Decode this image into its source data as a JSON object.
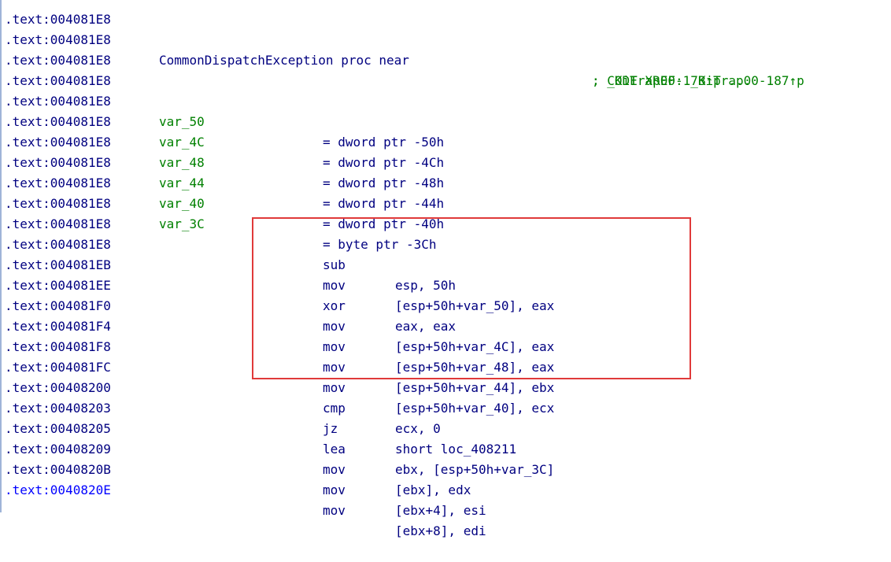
{
  "lines": [
    {
      "addr": ".text:004081E8",
      "label": "",
      "eq": "",
      "mn": "",
      "op": "",
      "comment": ""
    },
    {
      "addr": ".text:004081E8",
      "label": "CommonDispatchException proc near",
      "eq": "",
      "mn": "",
      "op": "",
      "comment": "; CODE XREF: _KiTrap00-187↑p"
    },
    {
      "addr": ".text:004081E8",
      "label": "",
      "eq": "",
      "mn": "",
      "op": "",
      "comment": "; _KiTrap00-17B↑p ..."
    },
    {
      "addr": ".text:004081E8",
      "label": "",
      "eq": "",
      "mn": "",
      "op": "",
      "comment": ""
    },
    {
      "addr": ".text:004081E8",
      "label": "var_50",
      "eq": "= dword ptr -50h",
      "mn": "",
      "op": "",
      "comment": ""
    },
    {
      "addr": ".text:004081E8",
      "label": "var_4C",
      "eq": "= dword ptr -4Ch",
      "mn": "",
      "op": "",
      "comment": ""
    },
    {
      "addr": ".text:004081E8",
      "label": "var_48",
      "eq": "= dword ptr -48h",
      "mn": "",
      "op": "",
      "comment": ""
    },
    {
      "addr": ".text:004081E8",
      "label": "var_44",
      "eq": "= dword ptr -44h",
      "mn": "",
      "op": "",
      "comment": ""
    },
    {
      "addr": ".text:004081E8",
      "label": "var_40",
      "eq": "= dword ptr -40h",
      "mn": "",
      "op": "",
      "comment": ""
    },
    {
      "addr": ".text:004081E8",
      "label": "var_3C",
      "eq": "= byte ptr -3Ch",
      "mn": "",
      "op": "",
      "comment": ""
    },
    {
      "addr": ".text:004081E8",
      "label": "",
      "eq": "",
      "mn": "",
      "op": "",
      "comment": ""
    },
    {
      "addr": ".text:004081E8",
      "label": "",
      "eq": "",
      "mn": "sub",
      "op": "esp, 50h",
      "comment": ""
    },
    {
      "addr": ".text:004081EB",
      "label": "",
      "eq": "",
      "mn": "mov",
      "op": "[esp+50h+var_50], eax",
      "comment": ""
    },
    {
      "addr": ".text:004081EE",
      "label": "",
      "eq": "",
      "mn": "xor",
      "op": "eax, eax",
      "comment": ""
    },
    {
      "addr": ".text:004081F0",
      "label": "",
      "eq": "",
      "mn": "mov",
      "op": "[esp+50h+var_4C], eax",
      "comment": ""
    },
    {
      "addr": ".text:004081F4",
      "label": "",
      "eq": "",
      "mn": "mov",
      "op": "[esp+50h+var_48], eax",
      "comment": ""
    },
    {
      "addr": ".text:004081F8",
      "label": "",
      "eq": "",
      "mn": "mov",
      "op": "[esp+50h+var_44], ebx",
      "comment": ""
    },
    {
      "addr": ".text:004081FC",
      "label": "",
      "eq": "",
      "mn": "mov",
      "op": "[esp+50h+var_40], ecx",
      "comment": ""
    },
    {
      "addr": ".text:00408200",
      "label": "",
      "eq": "",
      "mn": "cmp",
      "op": "ecx, 0",
      "comment": ""
    },
    {
      "addr": ".text:00408203",
      "label": "",
      "eq": "",
      "mn": "jz",
      "op": "short loc_408211",
      "comment": ""
    },
    {
      "addr": ".text:00408205",
      "label": "",
      "eq": "",
      "mn": "lea",
      "op": "ebx, [esp+50h+var_3C]",
      "comment": ""
    },
    {
      "addr": ".text:00408209",
      "label": "",
      "eq": "",
      "mn": "mov",
      "op": "[ebx], edx",
      "comment": ""
    },
    {
      "addr": ".text:0040820B",
      "label": "",
      "eq": "",
      "mn": "mov",
      "op": "[ebx+4], esi",
      "comment": ""
    },
    {
      "addr": ".text:0040820E",
      "label": "",
      "eq": "",
      "mn": "mov",
      "op": "[ebx+8], edi",
      "comment": ""
    }
  ],
  "colors": {
    "address": "#000080",
    "current_address": "#0000ff",
    "label": "#008000",
    "comment": "#008000",
    "instruction": "#000080",
    "highlight_box": "#e03a3a"
  }
}
